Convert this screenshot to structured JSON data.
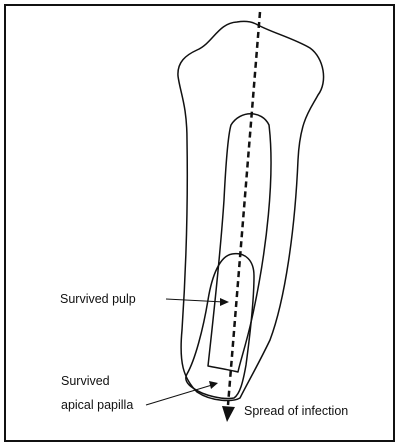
{
  "labels": {
    "survived_pulp": "Survived pulp",
    "survived_apical_papilla_line1": "Survived",
    "survived_apical_papilla_line2": "apical papilla",
    "spread_of_infection": "Spread of infection"
  },
  "colors": {
    "background": "#ffffff",
    "ink": "#111111"
  }
}
